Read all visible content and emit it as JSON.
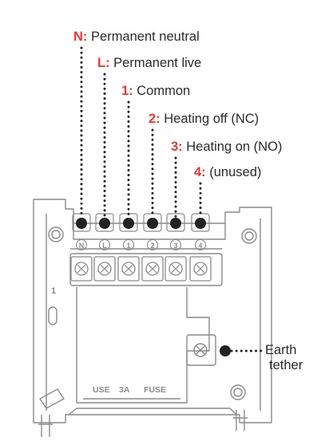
{
  "labels": [
    {
      "key": "N:",
      "text": "Permanent neutral"
    },
    {
      "key": "L:",
      "text": "Permanent live"
    },
    {
      "key": "1:",
      "text": "Common"
    },
    {
      "key": "2:",
      "text": "Heating off (NC)"
    },
    {
      "key": "3:",
      "text": "Heating on (NO)"
    },
    {
      "key": "4:",
      "text": "(unused)"
    }
  ],
  "terminal_markers": [
    "N",
    "L",
    "1",
    "2",
    "3",
    "4"
  ],
  "earth": {
    "line1": "Earth",
    "line2": "tether"
  },
  "plate": {
    "side_number": "1",
    "fuse_text": [
      "USE",
      "3A",
      "FUSE"
    ]
  },
  "colors": {
    "accent": "#e53935",
    "dot": "#232323",
    "outline": "#8a8a8a",
    "text": "#2b2b2b"
  }
}
